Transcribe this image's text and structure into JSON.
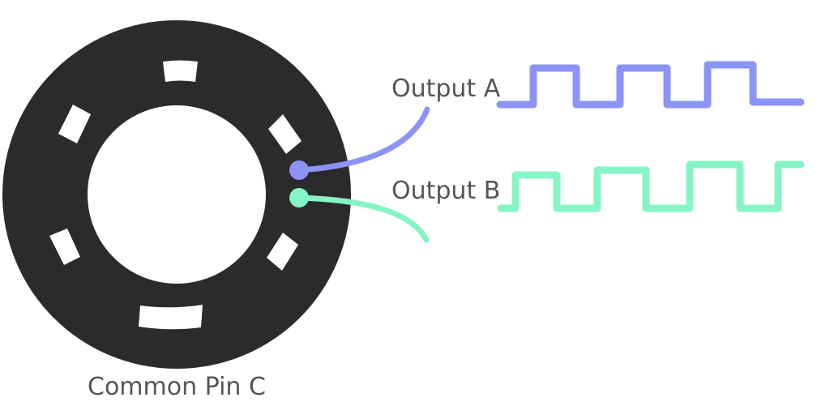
{
  "labels": {
    "output_a": "Output A",
    "output_b": "Output B",
    "common_pin": "Common Pin C"
  },
  "colors": {
    "disc": "#2b2b2b",
    "background": "#ffffff",
    "output_a": "#8b94f5",
    "output_b": "#86f5c6",
    "label_text": "#555555"
  }
}
